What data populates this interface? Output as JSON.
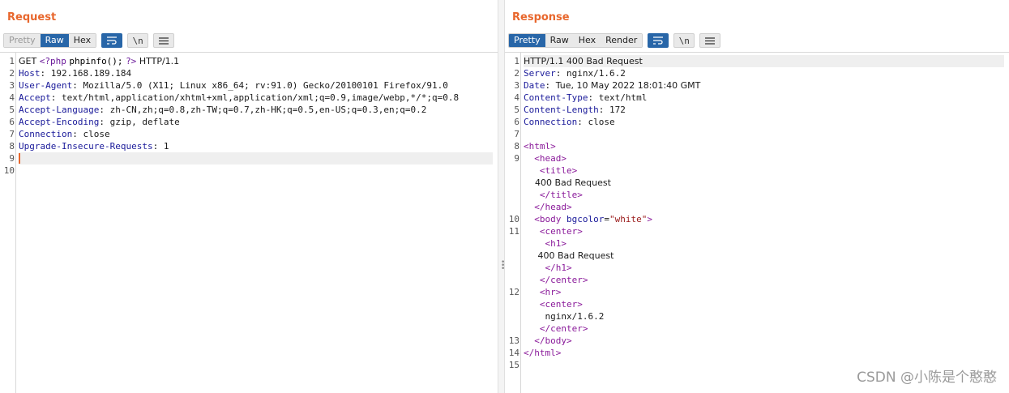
{
  "request": {
    "title": "Request",
    "view_tabs": [
      "Pretty",
      "Raw",
      "Hex"
    ],
    "active_tab": "Raw",
    "newline_toggle_label": "\\n",
    "lines": [
      {
        "n": "1",
        "method": "GET",
        "php_open": "<?php",
        "php_code": "phpinfo();",
        "php_close": "?>",
        "version": "HTTP/1.1"
      },
      {
        "n": "2",
        "name": "Host",
        "value": "192.168.189.184"
      },
      {
        "n": "3",
        "name": "User-Agent",
        "value": "Mozilla/5.0 (X11; Linux x86_64; rv:91.0) Gecko/20100101 Firefox/91.0"
      },
      {
        "n": "4",
        "name": "Accept",
        "value": "text/html,application/xhtml+xml,application/xml;q=0.9,image/webp,*/*;q=0.8"
      },
      {
        "n": "5",
        "name": "Accept-Language",
        "value": "zh-CN,zh;q=0.8,zh-TW;q=0.7,zh-HK;q=0.5,en-US;q=0.3,en;q=0.2"
      },
      {
        "n": "6",
        "name": "Accept-Encoding",
        "value": "gzip, deflate"
      },
      {
        "n": "7",
        "name": "Connection",
        "value": "close"
      },
      {
        "n": "8",
        "name": "Upgrade-Insecure-Requests",
        "value": "1"
      },
      {
        "n": "9"
      },
      {
        "n": "10"
      }
    ]
  },
  "response": {
    "title": "Response",
    "view_tabs": [
      "Pretty",
      "Raw",
      "Hex",
      "Render"
    ],
    "active_tab": "Pretty",
    "newline_toggle_label": "\\n",
    "status_line": "HTTP/1.1 400 Bad Request",
    "headers": [
      {
        "n": "2",
        "name": "Server",
        "value": "nginx/1.6.2"
      },
      {
        "n": "3",
        "name": "Date",
        "value": "Tue, 10 May 2022 18:01:40 GMT"
      },
      {
        "n": "4",
        "name": "Content-Type",
        "value": "text/html"
      },
      {
        "n": "5",
        "name": "Content-Length",
        "value": "172"
      },
      {
        "n": "6",
        "name": "Connection",
        "value": "close"
      }
    ],
    "body": {
      "html_open": "<html>",
      "head_open": "<head>",
      "title_open": "<title>",
      "title_text": "400 Bad Request",
      "title_close": "</title>",
      "head_close": "</head>",
      "body_open_start": "<body",
      "bgcolor_attr": "bgcolor",
      "bgcolor_value": "\"white\"",
      "body_open_end": ">",
      "center_open": "<center>",
      "h1_open": "<h1>",
      "h1_text": "400 Bad Request",
      "h1_close": "</h1>",
      "center_close": "</center>",
      "hr": "<hr>",
      "center_text": "nginx/1.6.2",
      "body_close": "</body>",
      "html_close": "</html>"
    },
    "line_numbers": [
      "1",
      "2",
      "3",
      "4",
      "5",
      "6",
      "7",
      "8",
      "9",
      "10",
      "11",
      "12",
      "13",
      "14",
      "15"
    ]
  },
  "watermark": "CSDN @小陈是个憨憨",
  "colors": {
    "accent_orange": "#e8672d",
    "active_blue": "#2866a8"
  },
  "icons": [
    "wrap-lines-icon",
    "menu-icon",
    "layout-split-icon",
    "layout-horizontal-icon",
    "layout-single-icon",
    "drag-handle-icon"
  ]
}
